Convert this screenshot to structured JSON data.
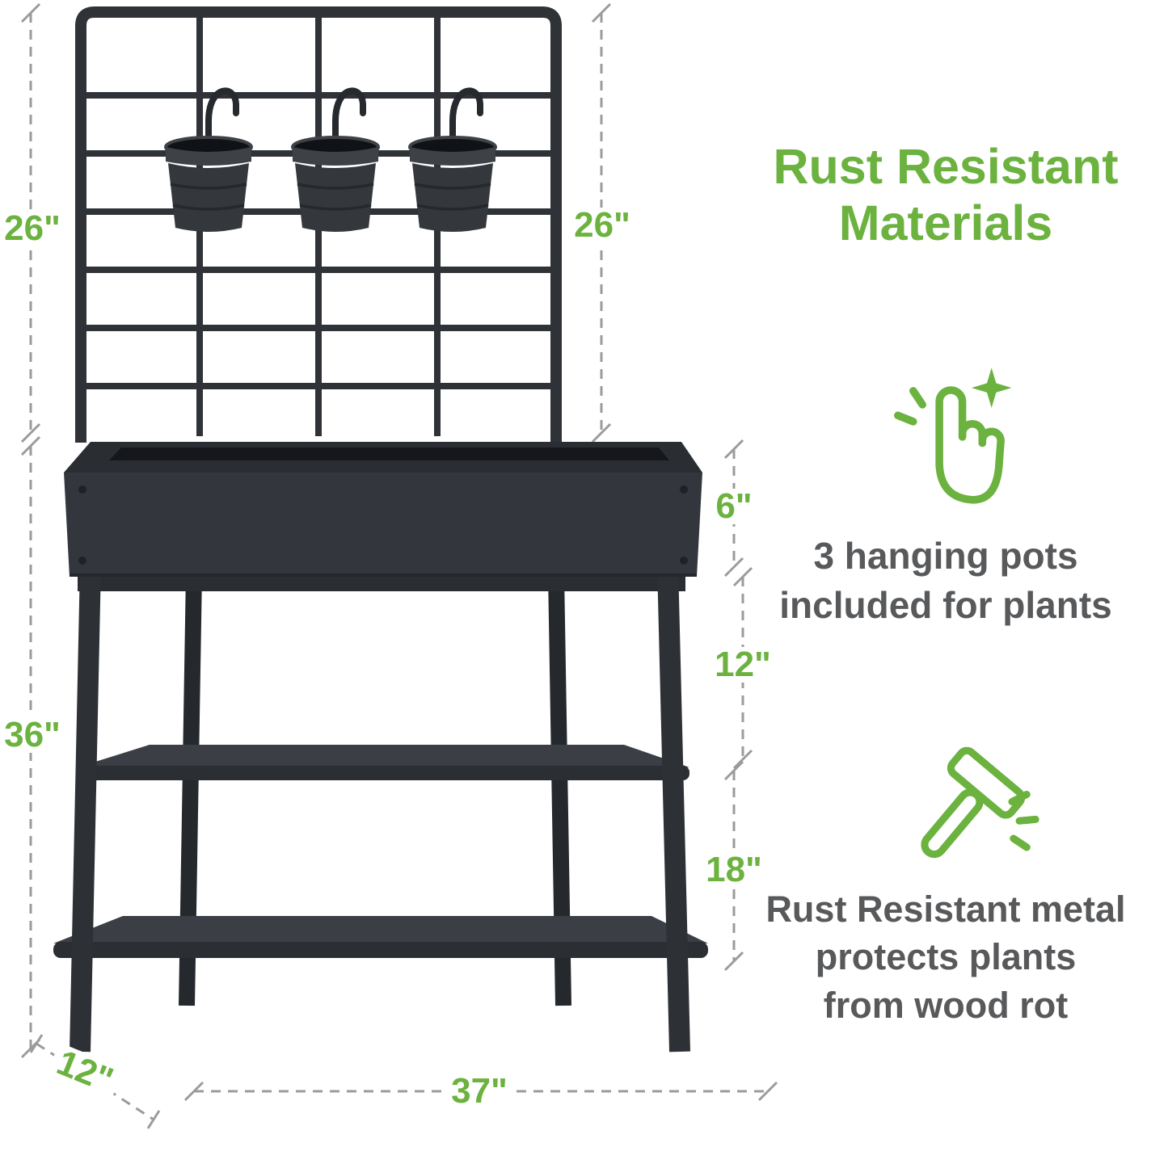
{
  "colors": {
    "green": "#6BB23F",
    "text_gray": "#58595B",
    "product_dark": "#33373C",
    "dim_line_gray": "#9B9B9B"
  },
  "dimensions": {
    "trellis_height_left": "26\"",
    "trellis_height_right": "26\"",
    "stand_height": "36\"",
    "planter_box_height": "6\"",
    "upper_shelf_gap": "12\"",
    "lower_shelf_gap": "18\"",
    "depth": "12\"",
    "width": "37\""
  },
  "right_panel": {
    "heading": [
      "Rust Resistant",
      "Materials"
    ],
    "features": [
      {
        "icon": "hand-tap-sparkle-icon",
        "lines": [
          "3 hanging pots",
          "included for plants"
        ]
      },
      {
        "icon": "hammer-icon",
        "lines": [
          "Rust Resistant metal",
          "protects plants",
          "from wood rot"
        ]
      }
    ]
  },
  "icons": [
    "hand-tap-sparkle-icon",
    "hammer-icon"
  ]
}
